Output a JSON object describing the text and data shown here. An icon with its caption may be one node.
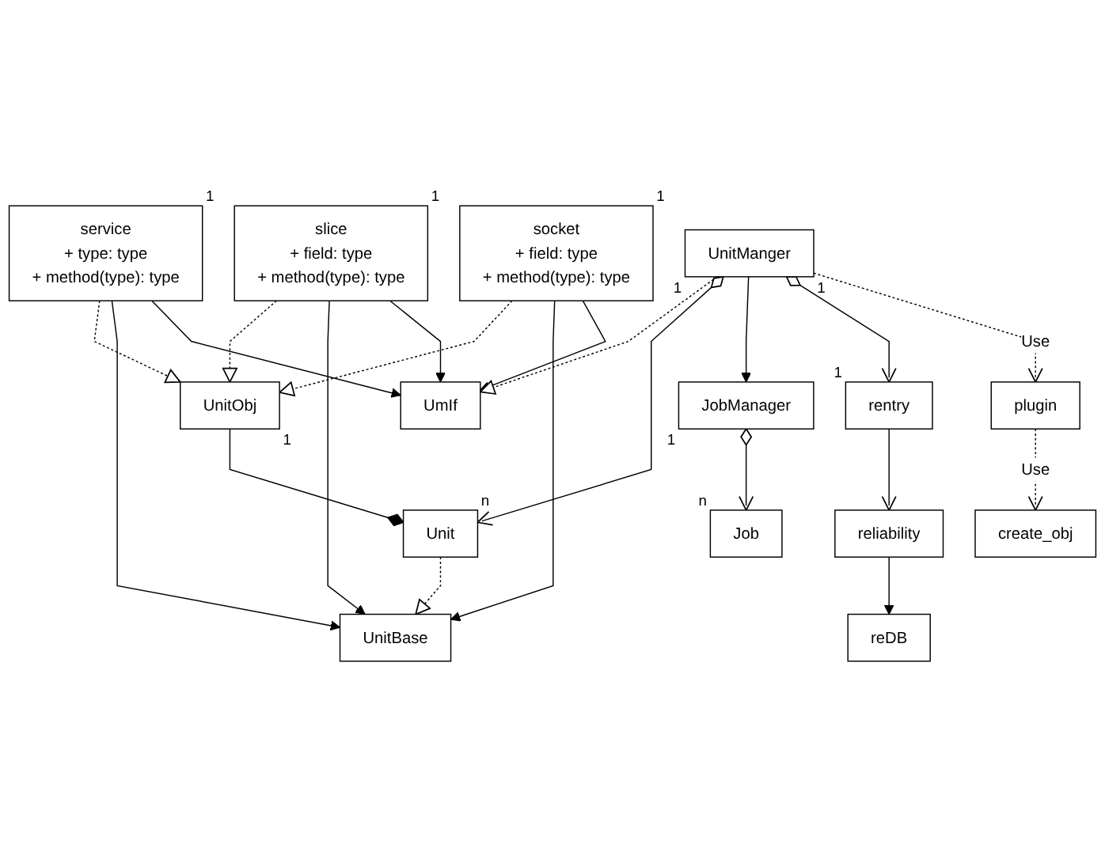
{
  "diagram": {
    "nodes": [
      {
        "text": [
          "service",
          "+ type: type",
          "+ method(type): type"
        ],
        "beside": [
          "1"
        ]
      },
      {
        "text": [
          "slice",
          "+ field: type",
          "+ method(type): type"
        ],
        "beside": [
          "1"
        ]
      },
      {
        "text": [
          "socket",
          "+ field: type",
          "+ method(type): type"
        ],
        "beside": [
          "1"
        ]
      },
      {
        "text": [
          "UnitBase"
        ]
      },
      {
        "text": [
          "UnitObj"
        ],
        "beside": [
          "1"
        ]
      },
      {
        "text": [
          "UmIf"
        ]
      },
      {
        "text": [
          "reliability"
        ]
      },
      {
        "text": [
          "reDB"
        ]
      },
      {
        "text": [
          "Job"
        ],
        "beside": [
          "n"
        ]
      },
      {
        "text": [
          "Unit"
        ],
        "beside": [
          "n"
        ]
      },
      {
        "text": [
          "create_obj"
        ]
      },
      {
        "text": [
          "rentry"
        ],
        "beside": [
          "1"
        ]
      },
      {
        "text": [
          "JobManager"
        ],
        "beside": [
          "1"
        ]
      },
      {
        "text": [
          "UnitManger"
        ],
        "beside": [
          "1",
          "1"
        ]
      },
      {
        "text": [
          "plugin"
        ]
      }
    ],
    "edges": [
      {
        "from": 0,
        "to": 4,
        "arrow": "to",
        "style": "dashed"
      },
      {
        "from": 1,
        "to": 4,
        "arrow": "to",
        "style": "dashed"
      },
      {
        "from": 2,
        "to": 4,
        "arrow": "to",
        "style": "dashed"
      },
      {
        "from": 0,
        "to": 3,
        "arrow": "to"
      },
      {
        "from": 1,
        "to": 3,
        "arrow": "to"
      },
      {
        "from": 2,
        "to": 3,
        "arrow": "to"
      },
      {
        "from": 0,
        "to": 5,
        "arrow": "to"
      },
      {
        "from": 1,
        "to": 5,
        "arrow": "to"
      },
      {
        "from": 2,
        "to": 5,
        "arrow": "to"
      },
      {
        "from": 4,
        "to": 9,
        "arrow": "other"
      },
      {
        "from": 9,
        "to": 3,
        "arrow": "to",
        "style": "dashed"
      },
      {
        "from": 13,
        "to": 5,
        "arrow": "to",
        "style": "dashed"
      },
      {
        "from": 12,
        "to": 8,
        "arrow": "to"
      },
      {
        "from": 13,
        "to": 9,
        "arrow": "to"
      },
      {
        "from": 13,
        "to": 12,
        "arrow": "to"
      },
      {
        "from": 13,
        "to": 11,
        "arrow": "to"
      },
      {
        "from": 13,
        "to": 14,
        "arrow": "to",
        "label": "Use",
        "style": "dashed"
      },
      {
        "from": 14,
        "to": 10,
        "arrow": "to",
        "label": "Use",
        "style": "dashed"
      },
      {
        "from": 11,
        "to": 6,
        "arrow": "to"
      },
      {
        "from": 6,
        "to": 7,
        "arrow": "to"
      }
    ]
  }
}
